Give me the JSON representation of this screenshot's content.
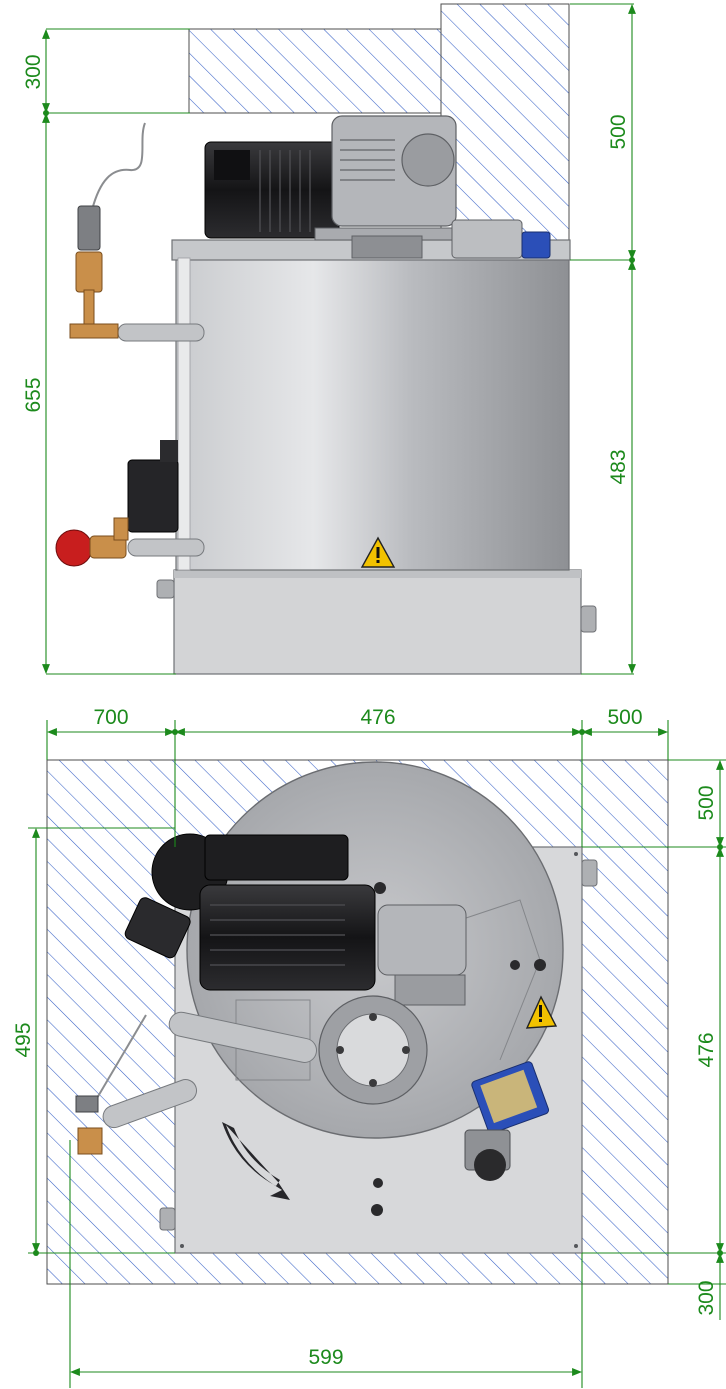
{
  "dimensions": {
    "side_top_clearance": "300",
    "side_total_height": "655",
    "side_motor_clearance": "500",
    "side_tank_height": "483",
    "top_left_clearance": "700",
    "top_width": "476",
    "top_right_clearance": "500",
    "top_depth": "495",
    "top_back_clearance": "500",
    "top_side_depth": "476",
    "top_front_clearance": "300",
    "top_overall_width": "599"
  },
  "colors": {
    "dimension": "#1c8a1c",
    "hatch": "#3a63c7",
    "steel_light": "#d9dadc",
    "steel_dark": "#8e9094",
    "motor": "#1e1e20",
    "warning": "#f2c200"
  },
  "icons": [
    "warning-triangle-icon",
    "rotation-arrow-icon"
  ]
}
